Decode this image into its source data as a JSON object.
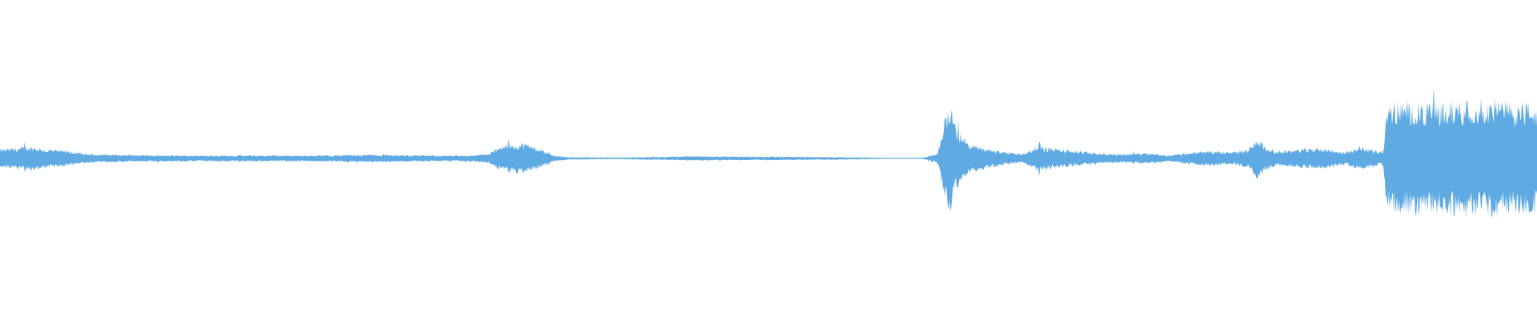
{
  "waveform": {
    "color": "#5faae3",
    "background": "#ffffff",
    "envelope": [
      [
        0,
        0.06
      ],
      [
        0.01,
        0.07
      ],
      [
        0.02,
        0.08
      ],
      [
        0.03,
        0.06
      ],
      [
        0.045,
        0.05
      ],
      [
        0.055,
        0.03
      ],
      [
        0.1,
        0.02
      ],
      [
        0.2,
        0.02
      ],
      [
        0.24,
        0.025
      ],
      [
        0.3,
        0.018
      ],
      [
        0.318,
        0.03
      ],
      [
        0.322,
        0.06
      ],
      [
        0.33,
        0.09
      ],
      [
        0.34,
        0.1
      ],
      [
        0.348,
        0.08
      ],
      [
        0.36,
        0.02
      ],
      [
        0.37,
        0.008
      ],
      [
        0.4,
        0.005
      ],
      [
        0.43,
        0.01
      ],
      [
        0.45,
        0.015
      ],
      [
        0.48,
        0.012
      ],
      [
        0.5,
        0.012
      ],
      [
        0.55,
        0.008
      ],
      [
        0.58,
        0.003
      ],
      [
        0.6,
        0.003
      ],
      [
        0.61,
        0.03
      ],
      [
        0.615,
        0.28
      ],
      [
        0.618,
        0.36
      ],
      [
        0.622,
        0.2
      ],
      [
        0.63,
        0.1
      ],
      [
        0.64,
        0.07
      ],
      [
        0.65,
        0.05
      ],
      [
        0.665,
        0.03
      ],
      [
        0.675,
        0.08
      ],
      [
        0.69,
        0.06
      ],
      [
        0.71,
        0.04
      ],
      [
        0.72,
        0.03
      ],
      [
        0.735,
        0.03
      ],
      [
        0.745,
        0.04
      ],
      [
        0.76,
        0.02
      ],
      [
        0.77,
        0.035
      ],
      [
        0.785,
        0.05
      ],
      [
        0.8,
        0.04
      ],
      [
        0.812,
        0.06
      ],
      [
        0.818,
        0.14
      ],
      [
        0.823,
        0.08
      ],
      [
        0.83,
        0.05
      ],
      [
        0.845,
        0.06
      ],
      [
        0.86,
        0.07
      ],
      [
        0.875,
        0.04
      ],
      [
        0.885,
        0.08
      ],
      [
        0.895,
        0.05
      ],
      [
        0.9,
        0.05
      ],
      [
        0.902,
        0.32
      ],
      [
        0.91,
        0.37
      ],
      [
        0.93,
        0.35
      ],
      [
        0.95,
        0.37
      ],
      [
        0.97,
        0.38
      ],
      [
        0.985,
        0.36
      ],
      [
        0.998,
        0.36
      ],
      [
        1.0,
        0.33
      ]
    ]
  }
}
